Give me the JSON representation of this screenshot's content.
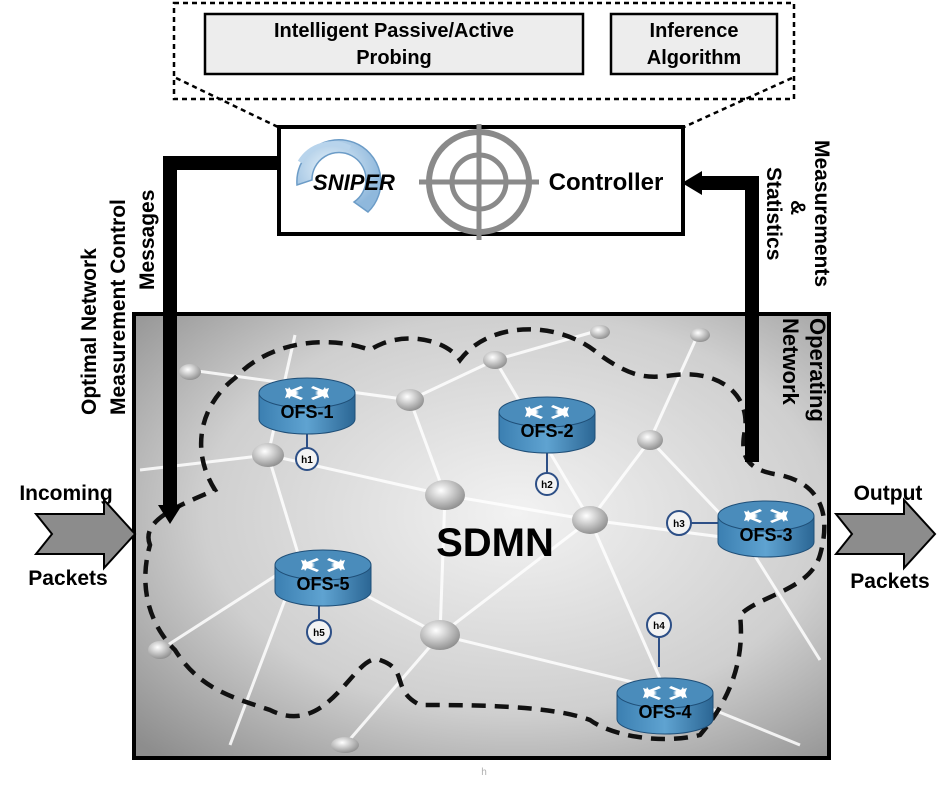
{
  "modules": {
    "probing_line1": "Intelligent Passive/Active",
    "probing_line2": "Probing",
    "inference_line1": "Inference",
    "inference_line2": "Algorithm"
  },
  "controller": {
    "brand": "SNIPER",
    "label": "Controller",
    "logo_icon": "swirl-logo-icon",
    "crosshair_icon": "crosshair-icon"
  },
  "left_flow": {
    "line1": "Optimal Network",
    "line2": "Measurement Control",
    "line3": "Messages"
  },
  "right_flow": {
    "line1": "Measurements",
    "line2": "&",
    "line3": "Statistics"
  },
  "network": {
    "title": "SDMN",
    "operating_line1": "Operating",
    "operating_line2": "Network"
  },
  "incoming": {
    "top": "Incoming",
    "bottom": "Packets"
  },
  "output": {
    "top": "Output",
    "bottom": "Packets"
  },
  "switches": [
    {
      "id": "ofs-1",
      "label": "OFS-1",
      "host": "h1"
    },
    {
      "id": "ofs-2",
      "label": "OFS-2",
      "host": "h2"
    },
    {
      "id": "ofs-3",
      "label": "OFS-3",
      "host": "h3"
    },
    {
      "id": "ofs-4",
      "label": "OFS-4",
      "host": "h4"
    },
    {
      "id": "ofs-5",
      "label": "OFS-5",
      "host": "h5"
    }
  ],
  "footer_mark": "h",
  "colors": {
    "switch_top": "#4a8cbb",
    "switch_side": "#2e6f9e",
    "host_ring": "#2d4f86",
    "network_bg": "#c9c9c9",
    "arrow_fill": "#8c8c8c"
  }
}
